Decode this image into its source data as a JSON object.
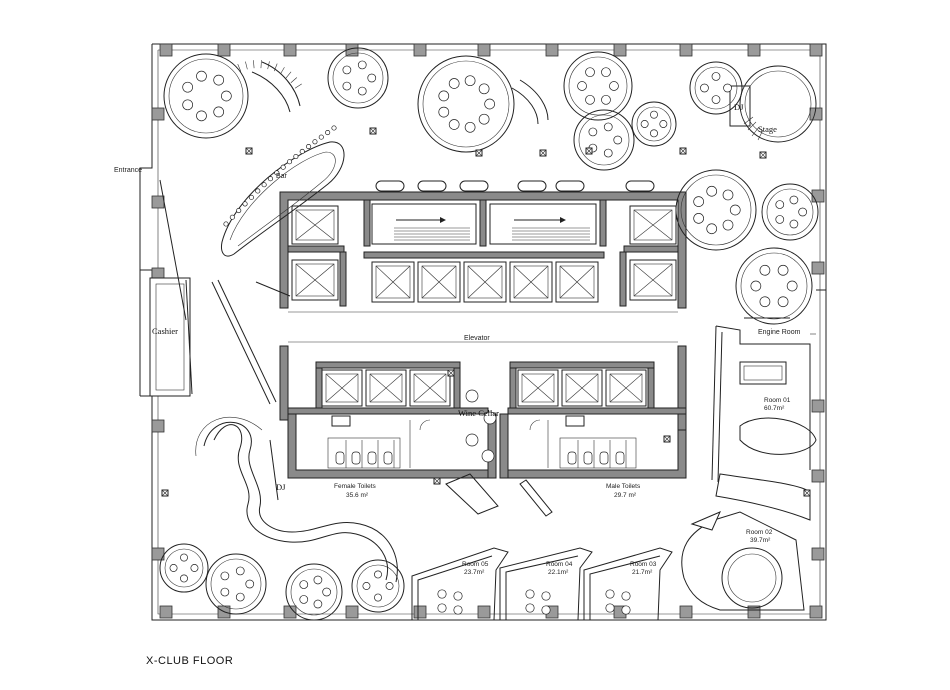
{
  "caption": "X-CLUB  FLOOR",
  "labels": {
    "entrance": "Entrance",
    "cashier": "Cashier",
    "bar": "Bar",
    "dj_top": "DJ",
    "stage": "Stage",
    "elevator": "Elevator",
    "wine_cellar": "Wine Cellar",
    "engine_room": "Engine Room",
    "dj_left": "DJ",
    "female_toilets": "Female Toilets",
    "female_toilets_area": "35.6 m²",
    "male_toilets": "Male Toilets",
    "male_toilets_area": "29.7 m²",
    "room01": "Room 01",
    "room01_area": "60.7m²",
    "room02": "Room 02",
    "room02_area": "39.7m²",
    "room03": "Room 03",
    "room03_area": "21.7m²",
    "room04": "Room 04",
    "room04_area": "22.1m²",
    "room05": "Room 05",
    "room05_area": "23.7m²"
  }
}
